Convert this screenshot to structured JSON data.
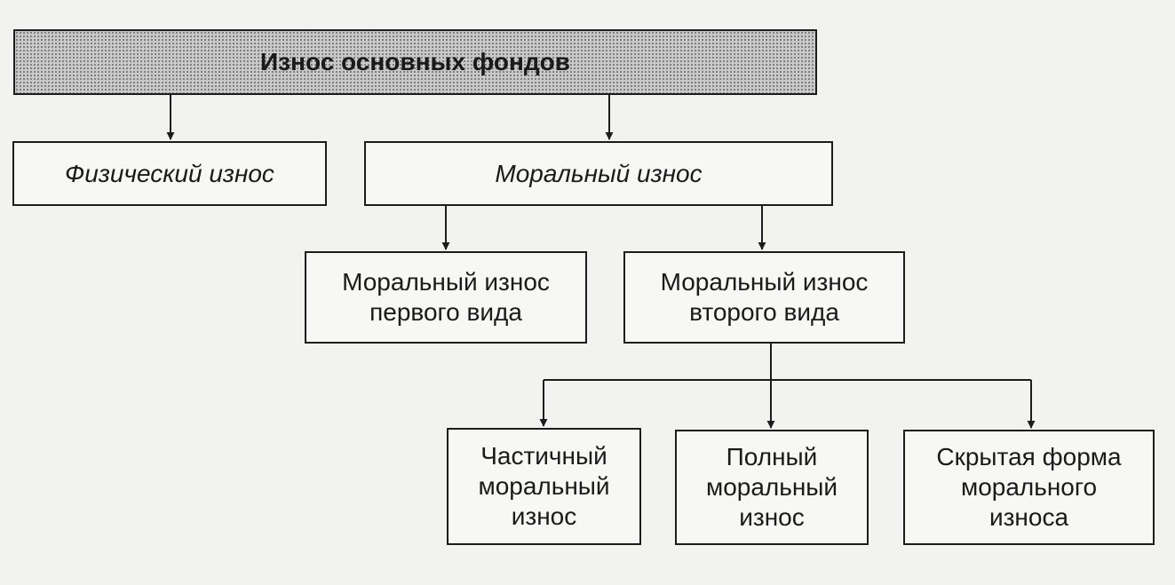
{
  "root": {
    "label": "Износ основных фондов"
  },
  "physical": {
    "label": "Физический износ"
  },
  "moral": {
    "label": "Моральный износ"
  },
  "moral_first": {
    "label": "Моральный износ\nпервого вида"
  },
  "moral_second": {
    "label": "Моральный износ\nвторого вида"
  },
  "partial": {
    "label": "Частичный\nморальный\nизнос"
  },
  "full": {
    "label": "Полный\nморальный\nизнос"
  },
  "hidden": {
    "label": "Скрытая форма\nморального\nизноса"
  }
}
